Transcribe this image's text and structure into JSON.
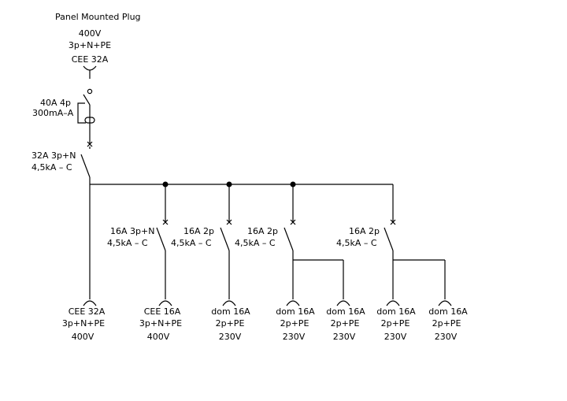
{
  "title": "Panel Mounted Plug",
  "inlet": {
    "voltage": "400V",
    "poles": "3p+N+PE",
    "type": "CEE 32A"
  },
  "rcd": {
    "rating": "40A 4p",
    "sensitivity": "300mA–A"
  },
  "main_breaker": {
    "rating": "32A 3p+N",
    "breaking": "4,5kA – C"
  },
  "branch_breakers": [
    {
      "rating": "16A 3p+N",
      "breaking": "4,5kA – C"
    },
    {
      "rating": "16A 2p",
      "breaking": "4,5kA – C"
    },
    {
      "rating": "16A 2p",
      "breaking": "4,5kA – C"
    },
    {
      "rating": "16A 2p",
      "breaking": "4,5kA – C"
    }
  ],
  "outlets": [
    {
      "type": "CEE 32A",
      "poles": "3p+N+PE",
      "voltage": "400V"
    },
    {
      "type": "CEE 16A",
      "poles": "3p+N+PE",
      "voltage": "400V"
    },
    {
      "type": "dom 16A",
      "poles": "2p+PE",
      "voltage": "230V"
    },
    {
      "type": "dom 16A",
      "poles": "2p+PE",
      "voltage": "230V"
    },
    {
      "type": "dom 16A",
      "poles": "2p+PE",
      "voltage": "230V"
    },
    {
      "type": "dom 16A",
      "poles": "2p+PE",
      "voltage": "230V"
    },
    {
      "type": "dom 16A",
      "poles": "2p+PE",
      "voltage": "230V"
    }
  ]
}
